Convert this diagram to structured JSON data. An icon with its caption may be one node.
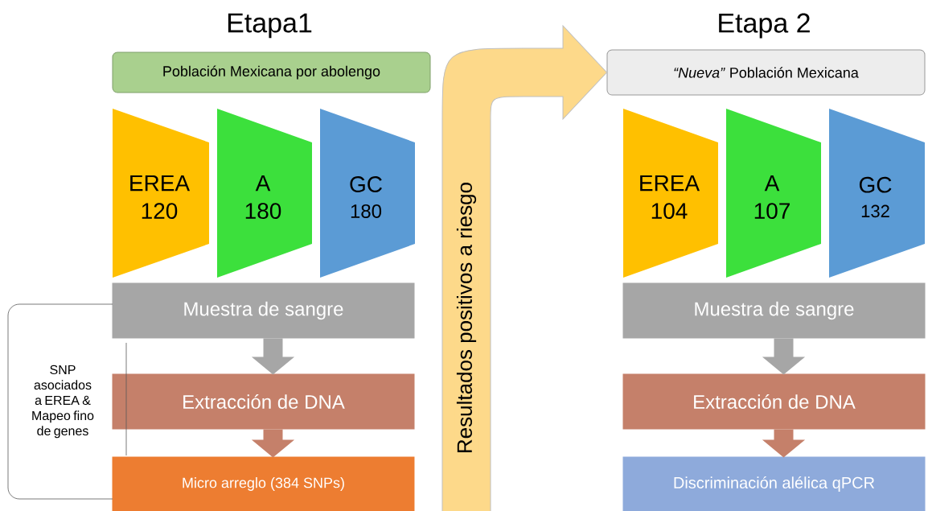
{
  "diagram": {
    "nodes": [
      {
        "text": [
          "Población Mexicana por abolengo"
        ]
      },
      {
        "text": [
          "EREA",
          "120"
        ]
      },
      {
        "text": [
          "A",
          "180"
        ]
      },
      {
        "text": [
          "GC",
          "180"
        ]
      },
      {
        "text": [
          "Muestra de sangre"
        ]
      },
      {
        "text": [
          "Extracción de DNA"
        ]
      },
      {
        "text": [
          "Micro arreglo (384 SNPs)"
        ]
      },
      {
        "text": [
          "SNP asociados a EREA & Mapeo fino de genes"
        ]
      },
      {
        "text": [
          "*“Nueva”* Población Mexicana"
        ]
      },
      {
        "text": [
          "EREA",
          "104"
        ]
      },
      {
        "text": [
          "A",
          "107"
        ]
      },
      {
        "text": [
          "GC",
          "132"
        ]
      },
      {
        "text": [
          "Muestra de sangre"
        ]
      },
      {
        "text": [
          "Extracción de DNA"
        ]
      },
      {
        "text": [
          "Discriminación alélica qPCR"
        ]
      }
    ],
    "edges": [
      {
        "from": 4,
        "to": 5,
        "arrow": "to",
        "color": "#a6a6a6"
      },
      {
        "from": 5,
        "to": 6,
        "arrow": "to",
        "color": "#c5806a"
      },
      {
        "from": 12,
        "to": 13,
        "arrow": "to",
        "color": "#a6a6a6"
      },
      {
        "from": 13,
        "to": 14,
        "arrow": "to",
        "color": "#c5806a"
      },
      {
        "from": null,
        "to": 8,
        "arrow": "to",
        "label": "Resultados positivos a riesgo",
        "style": "thick",
        "color": "#fdd98a"
      }
    ],
    "labels": [
      "Etapa1",
      "Etapa 2"
    ]
  }
}
